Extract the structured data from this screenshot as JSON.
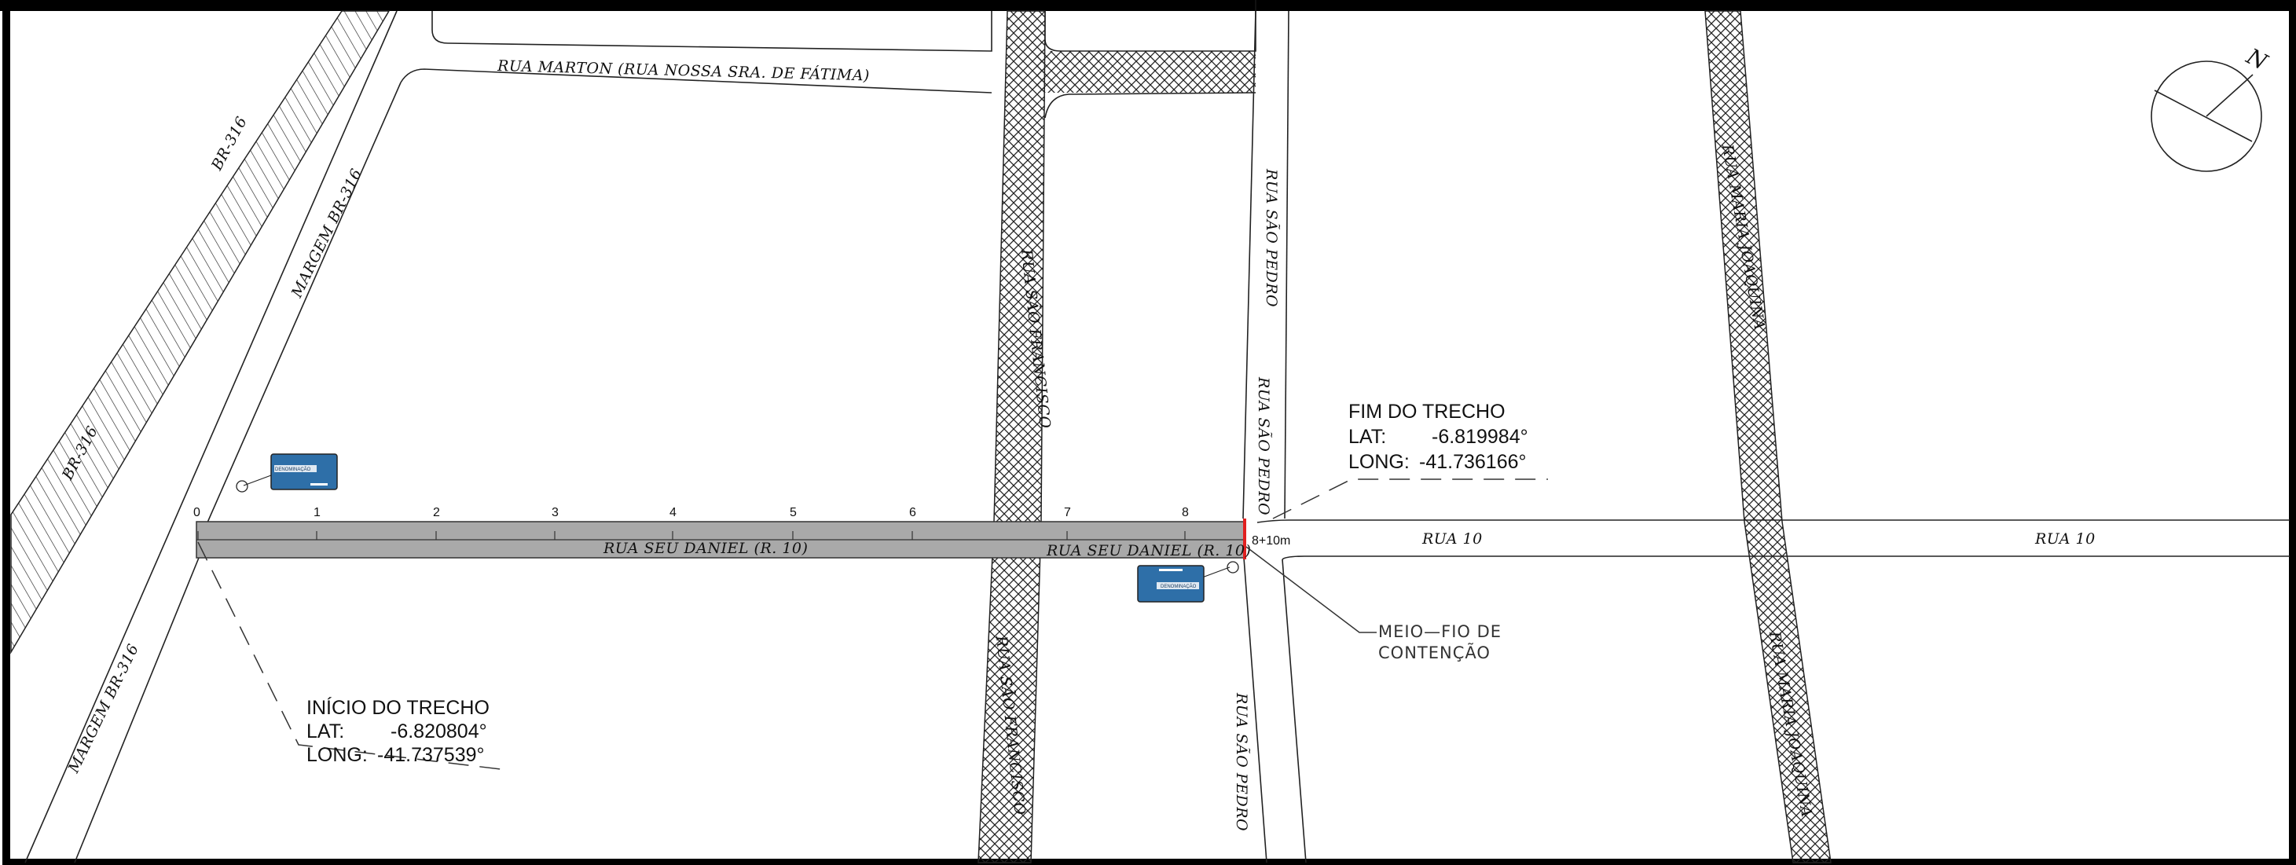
{
  "streets": {
    "rua_marton": "RUA MARTON (RUA NOSSA SRA. DE FÁTIMA)",
    "br316_a": "BR-316",
    "br316_b": "BR-316",
    "margem_br316_top": "MARGEM BR-316",
    "margem_br316_bottom": "MARGEM BR-316",
    "sao_francisco_top": "RUA SÃO FRANCISCO",
    "sao_francisco_bottom": "RUA SÃO FRANCISCO",
    "sao_pedro_top": "RUA SÃO PEDRO",
    "sao_pedro_mid": "RUA SÃO PEDRO",
    "sao_pedro_bottom": "RUA SÃO PEDRO",
    "seu_daniel_1": "RUA SEU DANIEL (R. 10)",
    "seu_daniel_2": "RUA SEU DANIEL (R. 10)",
    "rua10_a": "RUA 10",
    "rua10_b": "RUA 10",
    "maria_joaquina_top": "RUA MARIA JOAQUINA",
    "maria_joaquina_bottom": "RUA MARIA JOAQUINA"
  },
  "start": {
    "title": "INÍCIO DO TRECHO",
    "lat_label": "LAT:",
    "lat_value": "-6.820804°",
    "long_label": "LONG:",
    "long_value": "-41.737539°"
  },
  "end": {
    "title": "FIM DO TRECHO",
    "lat_label": "LAT:",
    "lat_value": "-6.819984°",
    "long_label": "LONG:",
    "long_value": "-41.736166°"
  },
  "note": {
    "line1": "MEIO—FIO DE",
    "line2": "CONTENÇÃO"
  },
  "stations": [
    "0",
    "1",
    "2",
    "3",
    "4",
    "5",
    "6",
    "7",
    "8"
  ],
  "end_station": "8+10m",
  "signs": {
    "sign1_label": "DENOMINAÇÃO",
    "sign2_label": "DENOMINAÇÃO"
  },
  "north": "N",
  "colors": {
    "road_fill": "#a9a9a9",
    "sign_fill": "#2e6fa8",
    "end_marker": "#e02020"
  }
}
